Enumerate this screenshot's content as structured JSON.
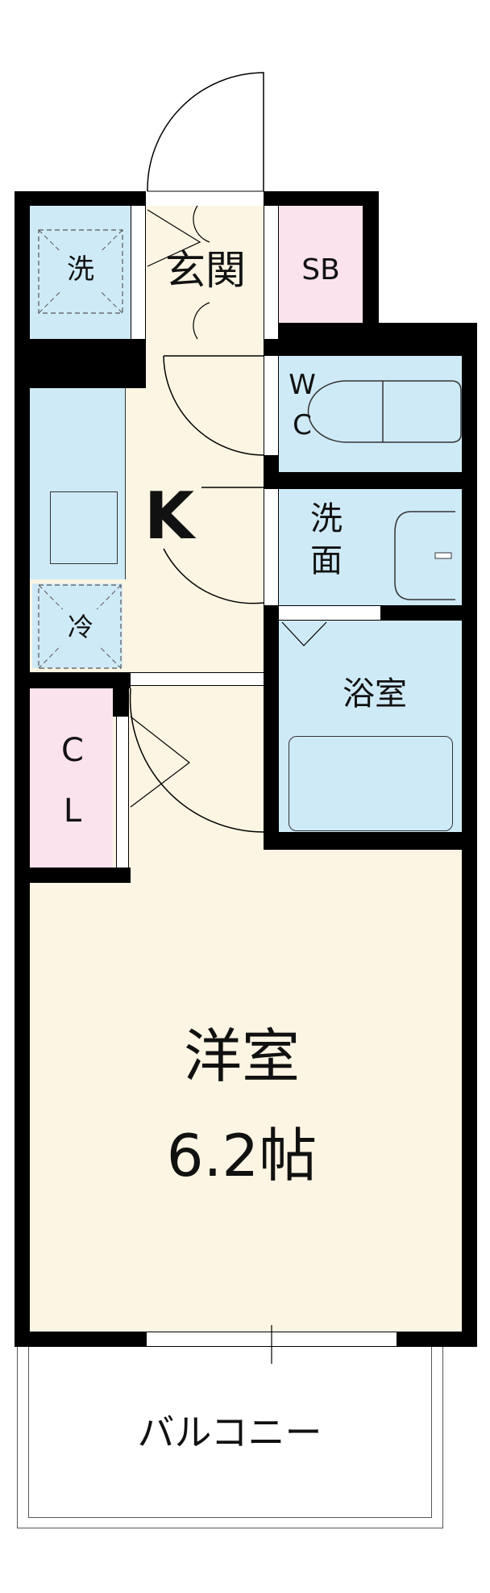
{
  "rooms": {
    "washer": "洗",
    "entrance": "玄関",
    "shoe_box": "SB",
    "toilet_w": "W",
    "toilet_c": "C",
    "kitchen": "K",
    "washroom_1": "洗",
    "washroom_2": "面",
    "fridge": "冷",
    "bath": "浴室",
    "closet_c": "C",
    "closet_l": "L",
    "western_room": "洋室",
    "western_room_size": "6.2帖",
    "balcony": "バルコニー"
  },
  "colors": {
    "wet_area": "#cfeaf7",
    "floor": "#fdf5e3",
    "storage": "#fbe3ee",
    "wall": "#000000"
  }
}
